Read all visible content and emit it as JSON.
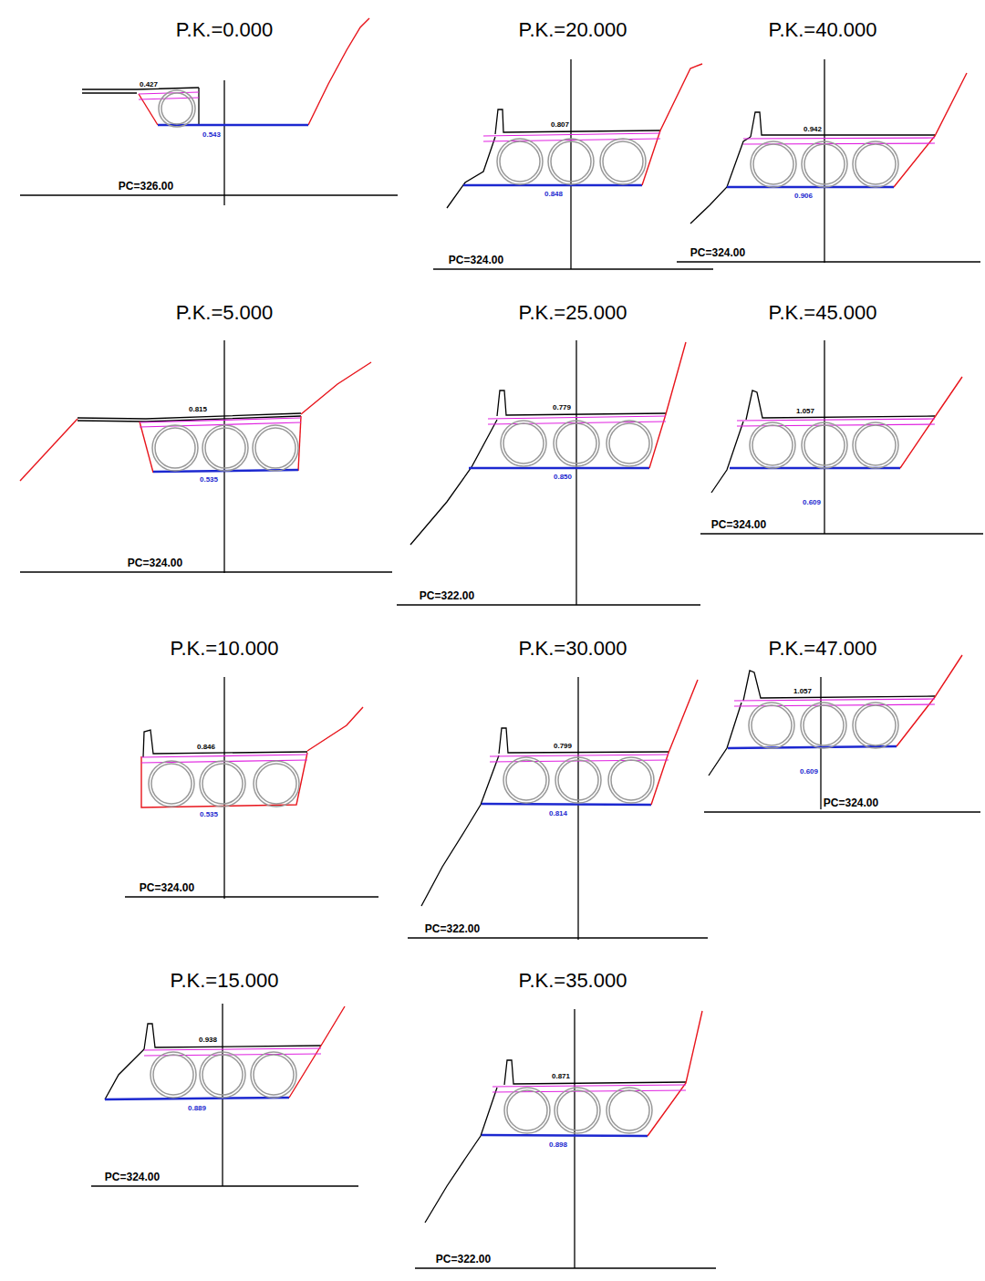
{
  "diagram": {
    "labels": [
      "P.K.=0.000",
      "0.427",
      "0.543",
      "PC=326.00",
      "P.K.=5.000",
      "0.815",
      "0.535",
      "PC=324.00",
      "P.K.=10.000",
      "0.846",
      "0.535",
      "PC=324.00",
      "P.K.=15.000",
      "0.938",
      "0.889",
      "PC=324.00",
      "P.K.=20.000",
      "0.807",
      "0.848",
      "PC=324.00",
      "P.K.=25.000",
      "0.779",
      "0.850",
      "PC=322.00",
      "P.K.=30.000",
      "0.799",
      "0.814",
      "PC=322.00",
      "P.K.=35.000",
      "0.871",
      "0.898",
      "PC=322.00",
      "P.K.=40.000",
      "0.942",
      "0.906",
      "PC=324.00",
      "P.K.=45.000",
      "1.057",
      "0.609",
      "PC=324.00",
      "P.K.=47.000",
      "1.057",
      "0.609",
      "PC=324.00"
    ]
  }
}
